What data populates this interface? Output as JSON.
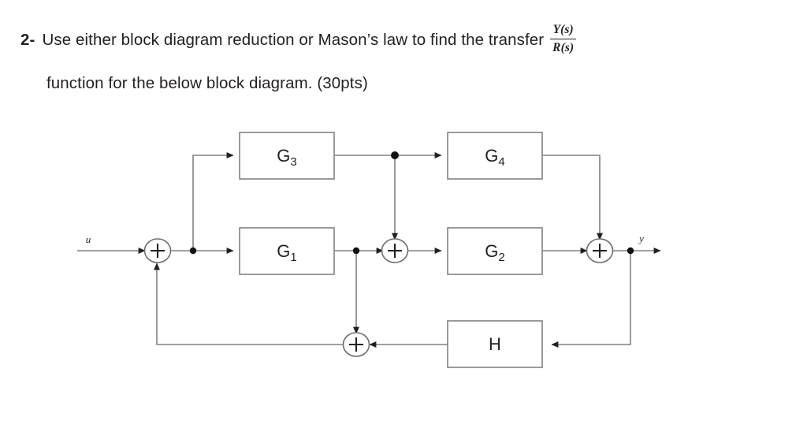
{
  "question": {
    "number": "2-",
    "text_line1": "Use either block diagram reduction or Mason’s law to find the transfer",
    "fraction_numerator": "Y(s)",
    "fraction_denominator": "R(s)",
    "text_line2": "function for the below block diagram. (30pts)"
  },
  "diagram": {
    "input_label": "u",
    "output_label": "y",
    "blocks": [
      {
        "id": "G3",
        "base": "G",
        "sub": "3"
      },
      {
        "id": "G4",
        "base": "G",
        "sub": "4"
      },
      {
        "id": "G1",
        "base": "G",
        "sub": "1"
      },
      {
        "id": "G2",
        "base": "G",
        "sub": "2"
      },
      {
        "id": "H",
        "base": "H",
        "sub": ""
      }
    ],
    "summing_junctions": [
      {
        "id": "sum1",
        "sign": "+"
      },
      {
        "id": "sum2",
        "sign": "+"
      },
      {
        "id": "sum3",
        "sign": "+"
      },
      {
        "id": "sum4",
        "sign": "+"
      }
    ],
    "colors": {
      "wire": "#808285",
      "block_border": "#808285",
      "text": "#231f20",
      "background": "#ffffff"
    }
  }
}
